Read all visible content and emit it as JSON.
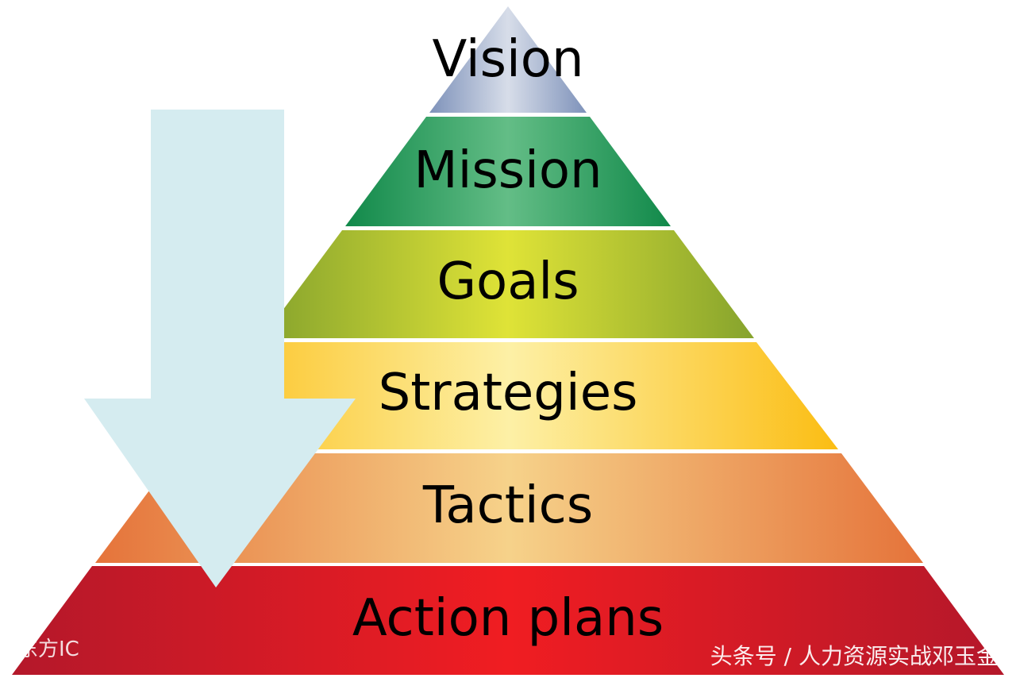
{
  "pyramid": {
    "tiers": [
      {
        "label": "Vision",
        "edge": "#7e92ba",
        "center": "#d7dde9"
      },
      {
        "label": "Mission",
        "edge": "#11894a",
        "center": "#63bd86"
      },
      {
        "label": "Goals",
        "edge": "#86a32d",
        "center": "#dfe337"
      },
      {
        "label": "Strategies",
        "edge": "#fbbd13",
        "center": "#fdf0a6"
      },
      {
        "label": "Tactics",
        "edge": "#e5733a",
        "center": "#f6d28a"
      },
      {
        "label": "Action plans",
        "edge": "#b4182a",
        "center": "#f01d22"
      }
    ]
  },
  "arrow": {
    "fill": "#d5ecf0",
    "direction": "down"
  },
  "watermark": {
    "left_text": "东方IC",
    "right_text": "头条号 / 人力资源实战邓玉金"
  }
}
